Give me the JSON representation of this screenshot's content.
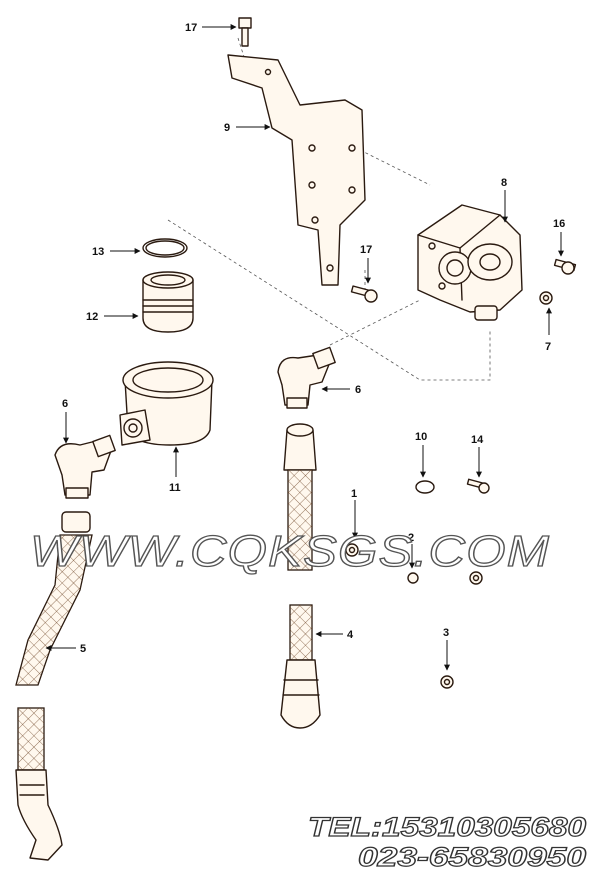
{
  "callouts": {
    "c17a": "17",
    "c9": "9",
    "c8": "8",
    "c16": "16",
    "c13": "13",
    "c17b": "17",
    "c12": "12",
    "c7": "7",
    "c6a": "6",
    "c6b": "6",
    "c10": "10",
    "c14": "14",
    "c11": "11",
    "c1": "1",
    "c2": "2",
    "c5": "5",
    "c4": "4",
    "c3": "3"
  },
  "watermark": "WWW.CQKSGS.COM",
  "contact": {
    "tel": "TEL:15310305680",
    "phone": "023-65830950"
  },
  "colors": {
    "line": "#2a1a10",
    "fill": "#fff8ee",
    "background": "#ffffff"
  }
}
